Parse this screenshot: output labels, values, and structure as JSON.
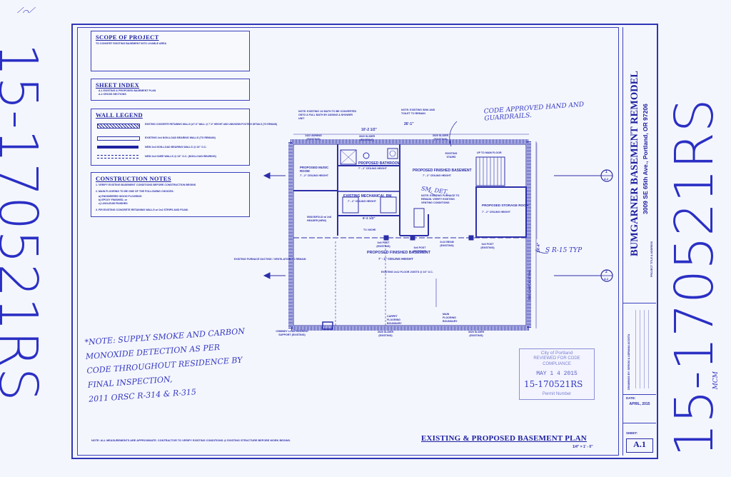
{
  "margin_left": {
    "permit": "15-170521RS"
  },
  "margin_right": {
    "permit": "15-170521RS",
    "initials": "MCM"
  },
  "scope": {
    "heading": "SCOPE OF PROJECT",
    "text": "TO CONVERT EXISTING BASEMENT INTO LIVABLE AREA"
  },
  "sheet_index": {
    "heading": "SHEET INDEX",
    "items": [
      "A.1   EXISTING & PROPOSED BASEMENT PLAN",
      "A.2   CROSS SECTIONS"
    ]
  },
  "wall_legend": {
    "heading": "WALL LEGEND",
    "items": [
      "EXISTING CONCRETE RETAINING WALLS (±7'-6\" WALL @ 7'-0\" HEIGHT AND UNKNOWN FOOTING DETAILS (TO REMAIN)",
      "EXISTING 2x4 NON-LOAD BEARING WALLS (TO REMAIN)",
      "NEW 2x4 NON-LOAD BEARING WALLS @ 24\" O.C.",
      "NEW 2x4 KNEE WALLS @ 24\" O.C. (NON-LOAD BEARING)"
    ]
  },
  "construction_notes": {
    "heading": "CONSTRUCTION NOTES",
    "items": [
      "1. VERIFY EXISTING BASEMENT CONDITIONS BEFORE CONSTRUCTION BEGINS",
      "2. MAIN FLOORING TO BE ONE OF THE FOLLOWING CHOICES:",
      "a) ENGINEERED WOOD FLOORING",
      "b) EPOXY FINISHED, or",
      "c) LINOLEUM FINISHED",
      "3. FIR EXISTING CONCRETE RETAINING WALLS w/ 2x2 STRIPS AND FOAM."
    ]
  },
  "plan": {
    "note_bath": "NOTE: EXISTING 1/2 BATH TO BE CONVERTED ONTO A FULL BATH BY ADDING A SHOWER UNIT",
    "note_sink": "NOTE: EXISTING SINK AND TOILET TO REMAIN",
    "dim_top_left": "10'-2 1/2\"",
    "dim_top_right": "26'-1\"",
    "dim_right": "24'-4\"",
    "awning": "1422 AWNING (EXISTING)",
    "slider_top_left": "3020 SLIDER (EXISTING)",
    "slider_top_right": "3020 SLIDER (EXISTING)",
    "slider_bottom_left": "3020 SLIDER (EXISTING)",
    "slider_bottom_right": "3020 SLIDER (EXISTING)",
    "slider_right": "3020 SLIDER (EXISTING)",
    "music_room": "PROPOSED MUSIC ROOM",
    "music_height": "7' - 2\" CEILING HEIGHT",
    "bathroom": "PROPOSED BATHROOM",
    "bath_height": "7' - 2\" CEILING HEIGHT",
    "finished_top": "PROPOSED FINISHED BASEMENT",
    "finished_top_height": "7' - 2\" CEILING HEIGHT",
    "mechanical": "EXISTING MECHANICAL RM.",
    "mech_height": "7' - 2\" CEILING HEIGHT",
    "storage": "PROPOSED STORAGE ROOM",
    "storage_height": "7' - 2\" CEILING HEIGHT",
    "finished_main": "PROPOSED FINISHED BASEMENT",
    "finished_main_height": "7' - 2\" CEILING HEIGHT",
    "joists": "EXISTING 2x12 FLOOR JOISTS @ 16\" O.C.",
    "stairs": "EXISTING STAIRS",
    "up": "UP TO MAIN FLOOR",
    "furnace_note": "NOTE: EXISTING FURNACE TO REMAIN. VERIFY EXISTING VENTING CONDITIONS",
    "tv_niche": "TV. NICHE",
    "header": "5068 BIFOLD w/ 2x8 HEADER (NEW)",
    "post_1": "6x6 POST (EXISTING)",
    "post_2": "6x6 POST (EXISTING)",
    "post_3": "6x6 POST (EXISTING)",
    "beam": "2x12 BEAM (EXISTING)",
    "dim_mid": "6'-2 1/2\"",
    "chimney": "CHIMNEY LOAD BEARING SUPPORT (EXISTING)",
    "carpet": "CARPET FLOORING BOUNDARY",
    "main_floor": "MAIN FLOORING BOUNDARY",
    "furnace_vent": "EXISTING FURNACE DUCTING / VENTILATION TO REMAIN",
    "section_1": "1",
    "section_2": "2",
    "section_sheet": "A.2"
  },
  "annotations": {
    "code_approved": "CODE APPROVED HAND AND GUARDRAILS.",
    "smoke": "SM. DET.",
    "rs_typ": "S R-15 TYP",
    "note_lines": [
      "*NOTE: SUPPLY SMOKE AND CARBON",
      "MONOXIDE DETECTION AS PER",
      "CODE THROUGHOUT RESIDENCE BY",
      "FINAL INSPECTION,",
      "2011 ORSC  R-314 & R-315"
    ]
  },
  "stamp": {
    "city": "City of Portland",
    "reviewed": "REVIEWED FOR CODE",
    "compliance": "COMPLIANCE",
    "date": "MAY 1 4 2015",
    "number": "15-170521RS",
    "permit_label": "Permit Number"
  },
  "footer": {
    "note": "NOTE: ALL MEASUREMENTS ARE APPROXIMATE. CONTRACTOR TO VERIFY EXISTING CONDITIONS @ EXISTING STRUCTURE BEFORE WORK BEGINS.",
    "sheet_title": "EXISTING & PROPOSED BASEMENT PLAN",
    "scale": "1/4\" = 1' - 0\""
  },
  "title_block": {
    "project": "BUMGARNER BASEMENT REMODEL",
    "address": "3009 SE 65th Ave., Portland, OR 97206",
    "project_label": "PROJECT TITLE & ADDRESS",
    "drawn_by": "DRAWINGS BY: SERGIO & ADRIANA ACOSTA",
    "date_label": "DATE:",
    "date_value": "APRIL, 2015",
    "sheet_label": "SHEET:",
    "sheet_value": "A.1"
  },
  "colors": {
    "ink": "#2b2fa8",
    "paper": "#f4f6fd",
    "pen": "#2a2fc4"
  }
}
